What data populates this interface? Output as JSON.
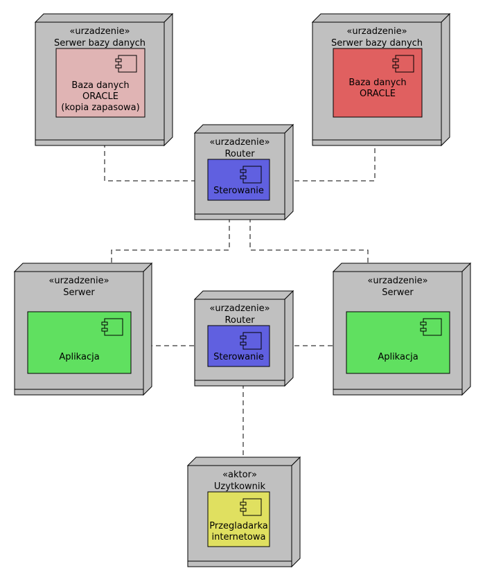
{
  "colors": {
    "node_face": "#c0c0c0",
    "node_side": "#a9a9a9",
    "outline": "#000000",
    "component_backup": "#e0b4b4",
    "component_oracle": "#e06060",
    "component_router": "#6060e0",
    "component_app": "#60e060",
    "component_browser": "#e0e060"
  },
  "nodes": [
    {
      "id": "db-backup",
      "stereotype": "«urzadzenie»",
      "name": "Serwer bazy danych",
      "component": {
        "lines": [
          "Baza danych",
          "ORACLE",
          "(kopia zapasowa)"
        ],
        "color_key": "component_backup",
        "icon": "component-icon"
      }
    },
    {
      "id": "db-main",
      "stereotype": "«urzadzenie»",
      "name": "Serwer bazy danych",
      "component": {
        "lines": [
          "Baza danych",
          "ORACLE"
        ],
        "color_key": "component_oracle",
        "icon": "component-icon"
      }
    },
    {
      "id": "router-top",
      "stereotype": "«urzadzenie»",
      "name": "Router",
      "component": {
        "lines": [
          "Sterowanie"
        ],
        "color_key": "component_router",
        "icon": "component-icon"
      }
    },
    {
      "id": "server-left",
      "stereotype": "«urzadzenie»",
      "name": "Serwer",
      "component": {
        "lines": [
          "Aplikacja"
        ],
        "color_key": "component_app",
        "icon": "component-icon"
      }
    },
    {
      "id": "router-mid",
      "stereotype": "«urzadzenie»",
      "name": "Router",
      "component": {
        "lines": [
          "Sterowanie"
        ],
        "color_key": "component_router",
        "icon": "component-icon"
      }
    },
    {
      "id": "server-right",
      "stereotype": "«urzadzenie»",
      "name": "Serwer",
      "component": {
        "lines": [
          "Aplikacja"
        ],
        "color_key": "component_app",
        "icon": "component-icon"
      }
    },
    {
      "id": "user",
      "stereotype": "«aktor»",
      "name": "Uzytkownik",
      "component": {
        "lines": [
          "Przegladarka",
          "internetowa"
        ],
        "color_key": "component_browser",
        "icon": "component-icon"
      }
    }
  ],
  "connections": [
    {
      "from": "db-backup",
      "to": "router-top",
      "style": "dashed"
    },
    {
      "from": "router-top",
      "to": "db-main",
      "style": "dashed"
    },
    {
      "from": "router-top",
      "to": "server-left",
      "style": "dashed"
    },
    {
      "from": "router-top",
      "to": "server-right",
      "style": "dashed"
    },
    {
      "from": "server-left",
      "to": "router-mid",
      "style": "dashed"
    },
    {
      "from": "router-mid",
      "to": "server-right",
      "style": "dashed"
    },
    {
      "from": "router-mid",
      "to": "user",
      "style": "dashed"
    }
  ]
}
